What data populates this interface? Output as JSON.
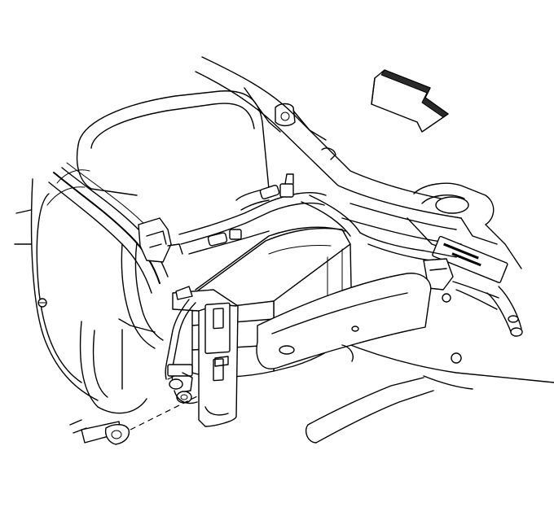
{
  "diagram": {
    "kind": "service-manual-line-illustration",
    "subject_icon_names": [
      "direction-arrow-icon",
      "evap-canister",
      "mounting-bracket",
      "fastener-bolt",
      "vent-hoses",
      "frame-crossmember",
      "fuel-tank",
      "id-plate"
    ]
  },
  "id_plate": {
    "line1": "",
    "line2": ""
  },
  "colors": {
    "line": "#000000",
    "background": "#ffffff",
    "arrow_fill": "#2a2a2a"
  }
}
